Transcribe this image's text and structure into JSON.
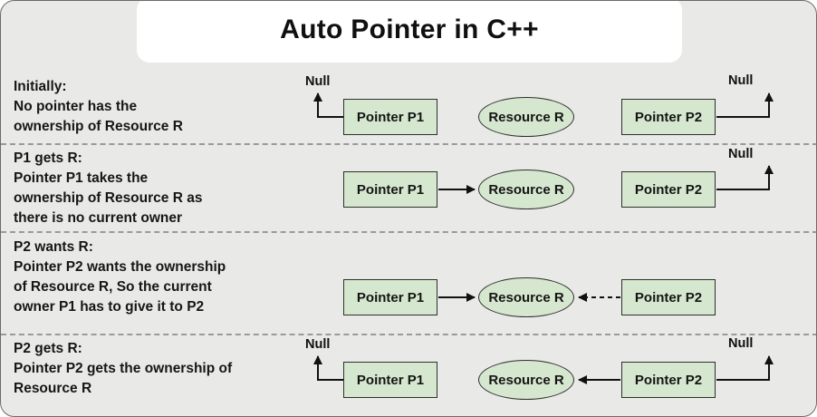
{
  "title": "Auto Pointer in C++",
  "labels": {
    "null": "Null",
    "pointer_p1": "Pointer P1",
    "pointer_p2": "Pointer P2",
    "resource_r": "Resource R"
  },
  "rows": [
    {
      "heading": "Initially:",
      "lines": [
        "No pointer has the",
        "ownership of Resource R"
      ]
    },
    {
      "heading": "P1 gets R:",
      "lines": [
        "Pointer P1 takes the",
        "ownership of Resource R as",
        "there is no current owner"
      ]
    },
    {
      "heading": "P2 wants R:",
      "lines": [
        "Pointer P2 wants the ownership",
        "of Resource R, So the current",
        "owner P1 has to give it to P2"
      ]
    },
    {
      "heading": "P2 gets R:",
      "lines": [
        "Pointer P2 gets the ownership of",
        "Resource R"
      ]
    }
  ],
  "colors": {
    "background": "#e9e9e7",
    "card": "#ffffff",
    "box_fill": "#d6e7cf",
    "box_border": "#2e2e2e",
    "arrow": "#111111",
    "separator": "#9a9a9a"
  }
}
